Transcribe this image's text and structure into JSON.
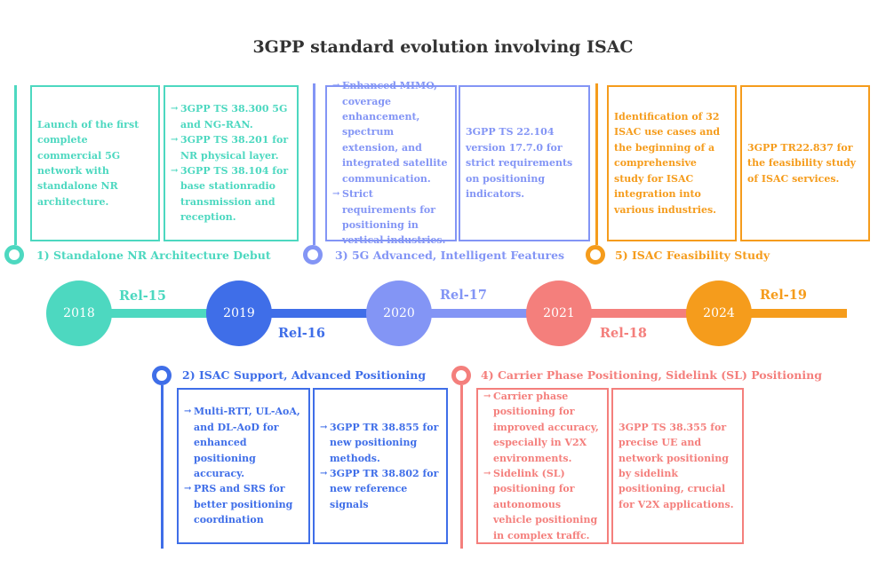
{
  "title": "3GPP standard evolution involving ISAC",
  "colors": {
    "teal": "#4dd8c0",
    "blue": "#3f6ee8",
    "periwinkle": "#8395f5",
    "coral": "#f47f7c",
    "orange": "#f59c1c"
  },
  "years": [
    "2018",
    "2019",
    "2020",
    "2021",
    "2024"
  ],
  "releases": [
    "Rel-15",
    "Rel-16",
    "Rel-17",
    "Rel-18",
    "Rel-19"
  ],
  "phases": [
    {
      "label": "1) Standalone NR Architecture Debut",
      "box1": "Launch of the first complete commercial 5G network with standalone NR architecture.",
      "box2_items": [
        "3GPP TS 38.300 5G and NG-RAN.",
        "3GPP TS 38.201 for NR physical layer.",
        "3GPP TS 38.104 for base stationradio transmission and reception."
      ]
    },
    {
      "label": "2) ISAC Support, Advanced Positioning",
      "box1_items": [
        "Multi-RTT, UL-AoA, and DL-AoD for enhanced positioning accuracy.",
        "PRS and SRS for better positioning coordination"
      ],
      "box2_items": [
        "3GPP TR 38.855 for new positioning methods.",
        "3GPP TR 38.802 for new reference signals"
      ]
    },
    {
      "label": "3) 5G Advanced, Intelligent Features",
      "box1_items": [
        "Enhanced MIMO, coverage enhancement, spectrum extension, and integrated satellite communication.",
        "Strict requirements for positioning in vertical industries."
      ],
      "box2": "3GPP TS 22.104 version 17.7.0 for strict requirements on positioning indicators."
    },
    {
      "label": "4) Carrier Phase Positioning, Sidelink (SL) Positioning",
      "box1_items": [
        "Carrier phase positioning for improved accuracy, especially in V2X environments.",
        "Sidelink (SL) positioning for autonomous vehicle positioning in complex traffc."
      ],
      "box2": "3GPP TS 38.355 for precise UE and network positioning by sidelink positioning, crucial for V2X applications."
    },
    {
      "label": "5) ISAC Feasibility Study",
      "box1": "Identification of 32 ISAC use cases and the beginning of a comprehensive study for ISAC integration into various industries.",
      "box2": "3GPP TR22.837 for the feasibility study of ISAC services."
    }
  ]
}
